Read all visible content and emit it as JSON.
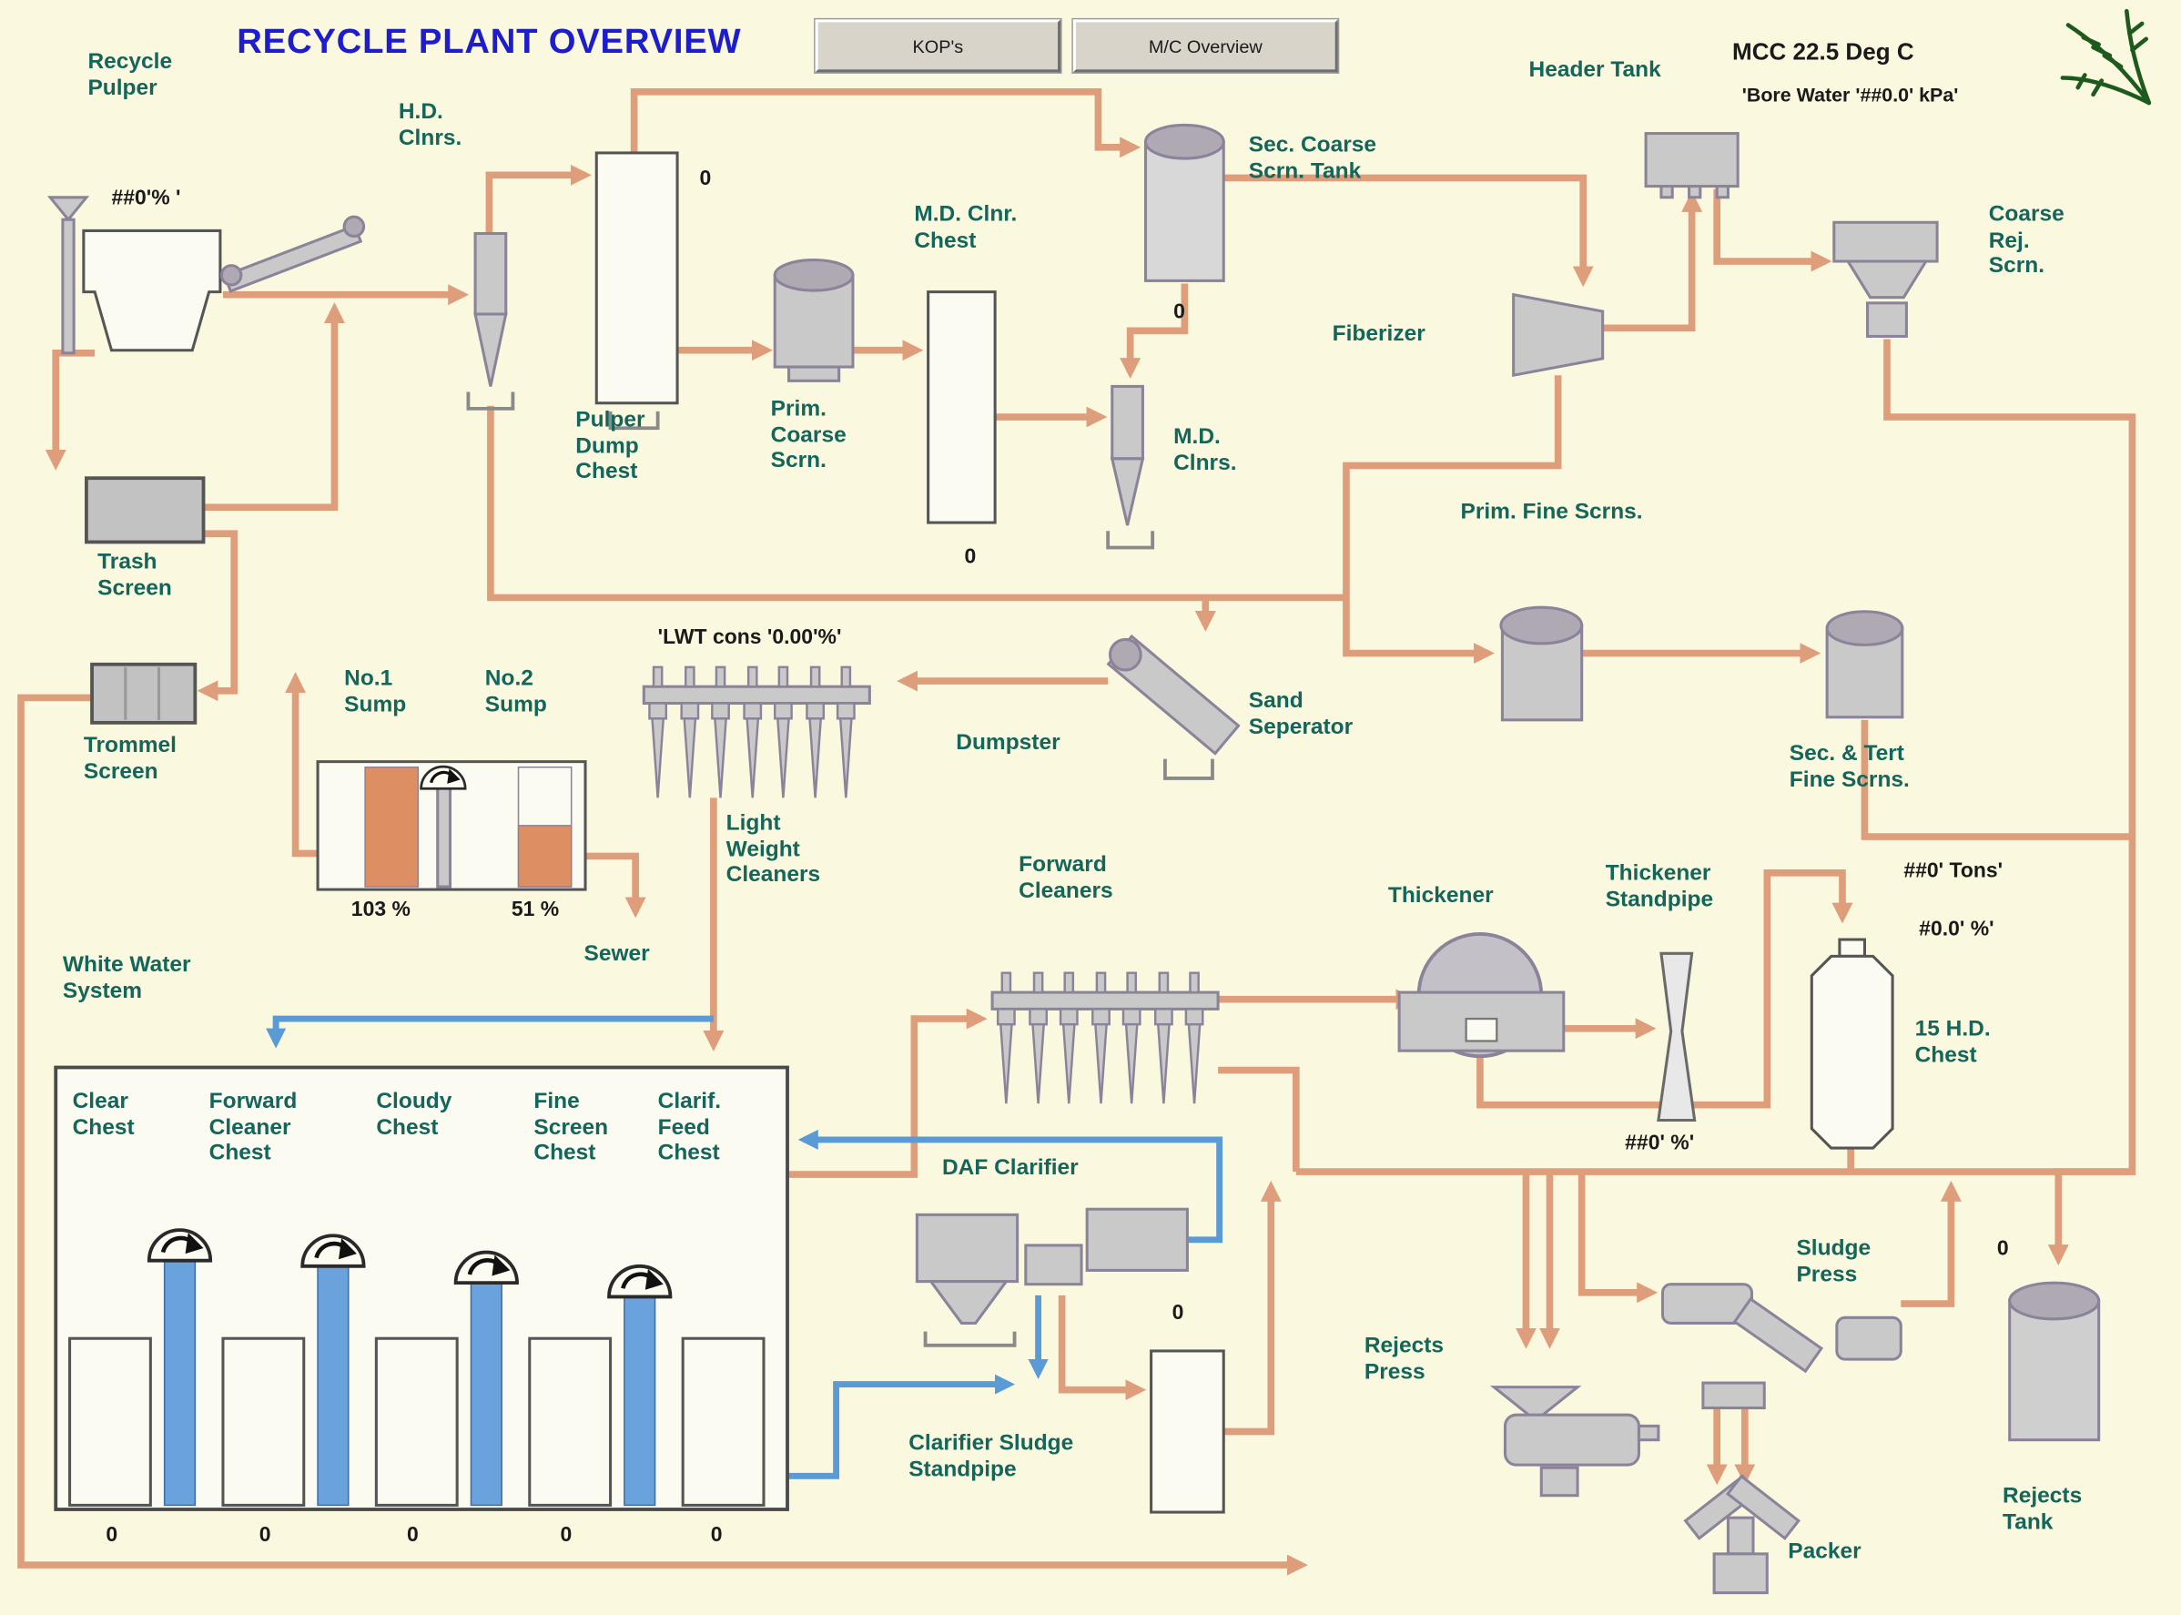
{
  "screen": {
    "title": "RECYCLE PLANT OVERVIEW",
    "mcc_temp": "MCC 22.5 Deg C",
    "bore_water": "'Bore Water '##0.0' kPa'"
  },
  "toolbar": {
    "kops_button": "KOP's",
    "mc_overview_button": "M/C Overview"
  },
  "labels": {
    "recycle_pulper": "Recycle\nPulper",
    "hd_clnrs": "H.D.\nClnrs.",
    "pulper_dump_chest": "Pulper\nDump\nChest",
    "prim_coarse_scrn": "Prim.\nCoarse\nScrn.",
    "md_clnr_chest": "M.D. Clnr.\nChest",
    "sec_coarse_scrn_tank": "Sec. Coarse\nScrn. Tank",
    "header_tank": "Header Tank",
    "coarse_rej_scrn": "Coarse\nRej.\nScrn.",
    "fiberizer": "Fiberizer",
    "md_clnrs": "M.D.\nClnrs.",
    "trash_screen": "Trash\nScreen",
    "trommel_screen": "Trommel\nScreen",
    "no1_sump": "No.1\nSump",
    "no2_sump": "No.2\nSump",
    "light_weight_cleaners": "Light\nWeight\nCleaners",
    "dumpster": "Dumpster",
    "sand_seperator": "Sand\nSeperator",
    "prim_fine_scrns": "Prim. Fine Scrns.",
    "sec_tert_fine_scrns": "Sec. & Tert\nFine Scrns.",
    "sewer": "Sewer",
    "white_water_system": "White Water\nSystem",
    "clear_chest": "Clear\nChest",
    "forward_cleaner_chest": "Forward\nCleaner\nChest",
    "cloudy_chest": "Cloudy\nChest",
    "fine_screen_chest": "Fine\nScreen\nChest",
    "clarif_feed_chest": "Clarif.\nFeed\nChest",
    "forward_cleaners": "Forward\nCleaners",
    "thickener": "Thickener",
    "thickener_standpipe": "Thickener\nStandpipe",
    "hd_chest_15": "15 H.D.\nChest",
    "daf_clarifier": "DAF Clarifier",
    "clarifier_sludge_standpipe": "Clarifier Sludge\nStandpipe",
    "rejects_press": "Rejects\nPress",
    "sludge_press": "Sludge\nPress",
    "packer": "Packer",
    "rejects_tank": "Rejects\nTank"
  },
  "values": {
    "pulper_consistency": "##0'% '",
    "lwt_cons": "'LWT cons '0.00'%'",
    "pulper_dump_chest_level": "0",
    "sec_coarse_tank_level": "0",
    "md_clnr_chest_level": "0",
    "sump1_level": "103 %",
    "sump2_level": "51 %",
    "thickener_tons": "##0' Tons'",
    "thickener_consistency": "#0.0' %'",
    "standpipe_consistency": "##0' %'",
    "daf_level": "0",
    "rejects_tank_level": "0",
    "clear_chest_level": "0",
    "forward_cleaner_chest_level": "0",
    "cloudy_chest_level": "0",
    "fine_screen_chest_level": "0",
    "clarif_feed_chest_level": "0"
  },
  "icons": {
    "logo": "fern-logo"
  },
  "colors": {
    "background": "#FAF8DF",
    "pipe": "#DE9E7C",
    "water_pipe": "#5B9BD5",
    "equipment_fill": "#C9C9C9",
    "equipment_stroke": "#8B8399",
    "label_text": "#14655A",
    "title_text": "#1D1DCE",
    "bar_fill": "#6AA2DE",
    "sump_bar_fill": "#DD8F63"
  }
}
